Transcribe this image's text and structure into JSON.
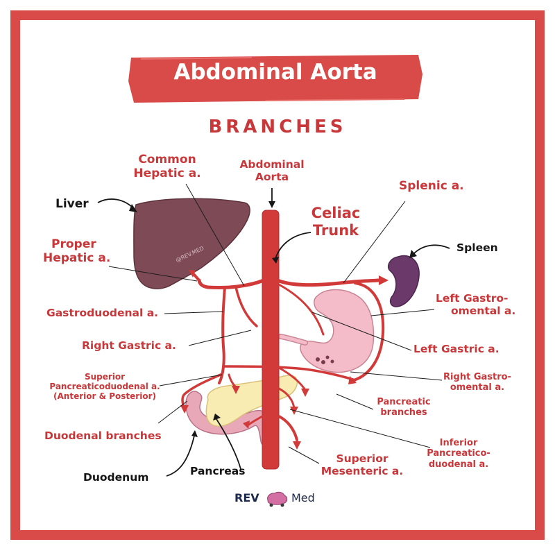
{
  "title": "Abdominal Aorta",
  "subtitle": "BRANCHES",
  "colors": {
    "accent": "#c8373a",
    "artery": "#d23a3a",
    "liver": "#7d4a55",
    "spleen": "#6b3a6a",
    "stomach": "#f3bcc8",
    "pancreas": "#f8ecb2",
    "duodenum": "#e9a8b8"
  },
  "labels": {
    "common_hepatic": [
      "Common",
      "Hepatic a."
    ],
    "abdominal_aorta": [
      "Abdominal",
      "Aorta"
    ],
    "splenic": "Splenic a.",
    "liver": "Liver",
    "celiac_trunk": [
      "Celiac",
      "Trunk"
    ],
    "spleen": "Spleen",
    "proper_hepatic": [
      "Proper",
      "Hepatic a."
    ],
    "left_gastroomental": [
      "Left Gastro-",
      "omental a."
    ],
    "gastroduodenal": "Gastroduodenal a.",
    "right_gastric": "Right Gastric a.",
    "left_gastric": "Left Gastric a.",
    "superior_pancreaticoduodenal": [
      "Superior",
      "Pancreaticoduodenal a.",
      "(Anterior & Posterior)"
    ],
    "right_gastroomental": [
      "Right Gastro-",
      "omental a."
    ],
    "pancreatic_branches": [
      "Pancreatic",
      "branches"
    ],
    "duodenal_branches": "Duodenal branches",
    "inferior_pancreaticoduodenal": [
      "Inferior",
      "Pancreatico-",
      "duodenal a."
    ],
    "superior_mesenteric": [
      "Superior",
      "Mesenteric a."
    ],
    "pancreas": "Pancreas",
    "duodenum": "Duodenum",
    "watermark": "@REV.MED"
  },
  "logo": {
    "left": "REV",
    "right": "Med"
  }
}
